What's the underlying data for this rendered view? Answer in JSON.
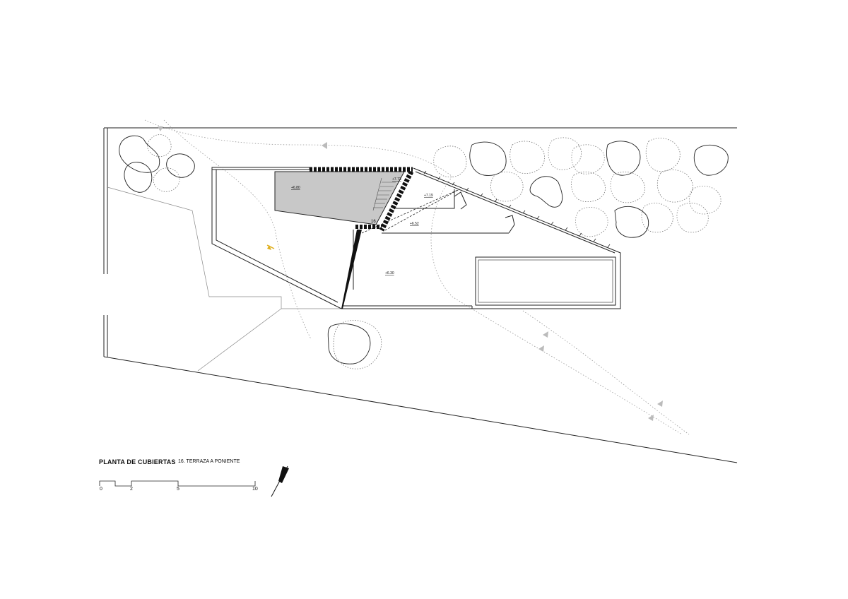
{
  "drawing": {
    "title": "PLANTA DE CUBIERTAS",
    "subtitle": "16. TERRAZA A PONIENTE"
  },
  "scale_bar": {
    "ticks": [
      "0",
      "2",
      "5",
      "10"
    ]
  },
  "roof_levels": {
    "gray_roof": "+6.80",
    "small_top": "+7.73",
    "upper_right": "+7.19",
    "middle": "+6.52",
    "main_terrace": "+6.30"
  },
  "terrace_number": "16",
  "colors": {
    "line": "#111111",
    "roof_fill": "#c8c8c8",
    "path_gray": "#999999",
    "arrow_gray": "#bbbbbb",
    "accent": "#e0b020"
  }
}
